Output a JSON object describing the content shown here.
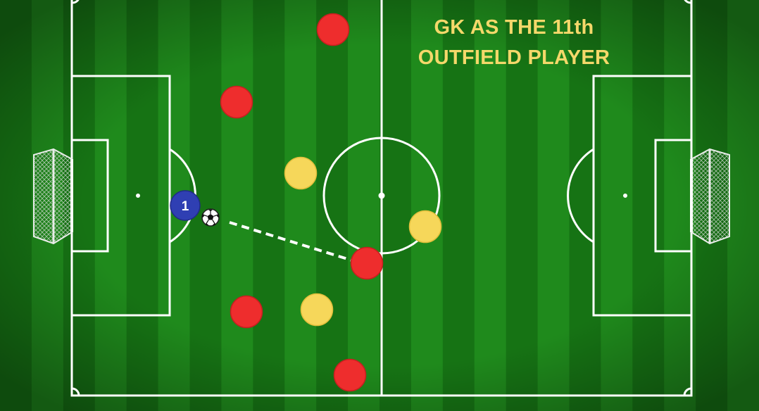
{
  "title": {
    "line1": "GK AS THE 11th",
    "line2": "OUTFIELD PLAYER"
  },
  "colors": {
    "grass_light": "#1f8a1c",
    "grass_dark": "#167314",
    "lines": "#ffffff",
    "title": "#f4d86a",
    "red_team": "#ee2d2d",
    "yellow_team": "#f6d75a",
    "goalkeeper": "#2f3fb3"
  },
  "goalkeeper": {
    "number": "1",
    "icon": "goalkeeper-marker"
  },
  "ball": {
    "icon": "soccer-ball-icon"
  },
  "pass": {
    "style": "dashed",
    "from": "ball",
    "to": "red-player-center"
  }
}
